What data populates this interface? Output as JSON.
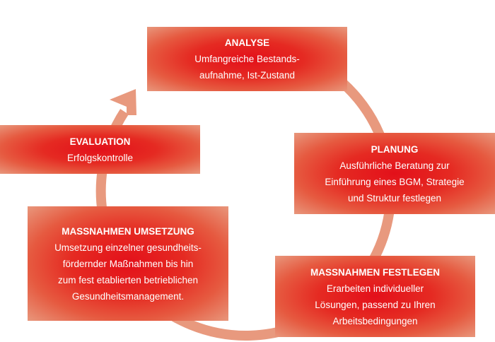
{
  "colors": {
    "box_center": "#e3101a",
    "box_edge": "#e8977c",
    "ring": "#e8997e"
  },
  "steps": [
    {
      "title": "ANALYSE",
      "text": "Umfangreiche Bestands-\naufnahme, Ist-Zustand"
    },
    {
      "title": "PLANUNG",
      "text": "Ausführliche Beratung zur\nEinführung eines BGM, Strategie\nund Struktur festlegen"
    },
    {
      "title": "MASSNAHMEN FESTLEGEN",
      "text": "Erarbeiten individueller\nLösungen, passend zu Ihren\nArbeitsbedingungen"
    },
    {
      "title": "MASSNAHMEN UMSETZUNG",
      "text": "Umsetzung einzelner gesundheits-\nfördernder Maßnahmen bis hin\nzum fest etablierten betrieblichen\nGesundheitsmanagement."
    },
    {
      "title": "EVALUATION",
      "text": "Erfolgskontrolle"
    }
  ]
}
